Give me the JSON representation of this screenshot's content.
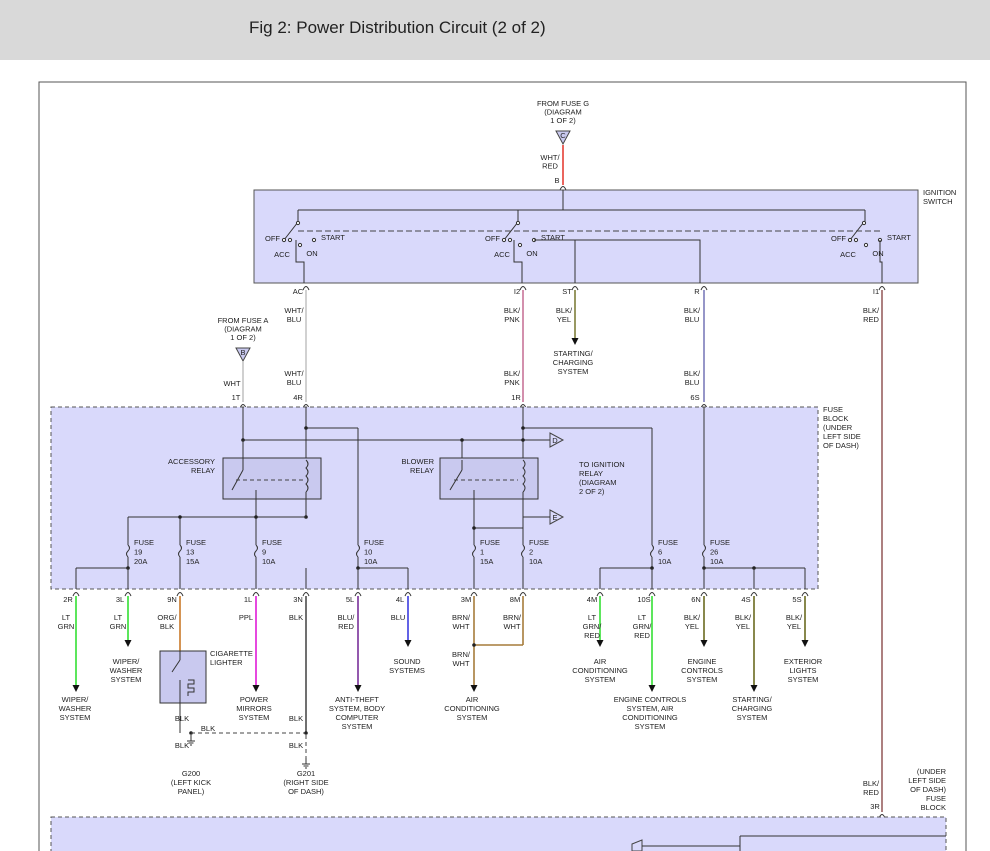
{
  "title": "Fig 2: Power Distribution Circuit (2 of 2)",
  "colors": {
    "header_bg": "#d9d9d9",
    "block_fill": "#d9d9fb",
    "red": "#e2231a",
    "pink": "#c0608a",
    "white": "#bdbdbd",
    "blue": "#3c3ce0",
    "lt_green": "#34e034",
    "purple": "#7a2f9a",
    "magenta": "#e01ad7",
    "brown_white": "#a67c3a",
    "blk_blu": "#6a6ab0",
    "olive": "#6b6b1f",
    "blk_red": "#8a4a4a",
    "orange": "#c97a2a"
  },
  "labels": {
    "from_fuse_g": [
      "FROM FUSE G",
      "(DIAGRAM",
      "1 OF 2)"
    ],
    "conn_c": "C",
    "wht_red": [
      "WHT/",
      "RED"
    ],
    "pin_b": "B",
    "ignition_switch": [
      "IGNITION",
      "SWITCH"
    ],
    "off": "OFF",
    "start": "START",
    "acc": "ACC",
    "on": "ON",
    "pin_acc": "AC",
    "pin_i2": "I2",
    "pin_st": "ST",
    "pin_r": "R",
    "pin_i1": "I1",
    "wht_blu": [
      "WHT/",
      "BLU"
    ],
    "blk_pnk": [
      "BLK/",
      "PNK"
    ],
    "blk_yel": [
      "BLK/",
      "YEL"
    ],
    "blk_blu": [
      "BLK/",
      "BLU"
    ],
    "blk_red": [
      "BLK/",
      "RED"
    ],
    "starting_charging": [
      "STARTING/",
      "CHARGING",
      "SYSTEM"
    ],
    "from_fuse_a": [
      "FROM FUSE A",
      "(DIAGRAM",
      "1 OF 2)"
    ],
    "conn_b": "B",
    "wht": "WHT",
    "pin_1t": "1T",
    "pin_4r": "4R",
    "pin_1r": "1R",
    "pin_6s": "6S",
    "fuse_block": [
      "FUSE",
      "BLOCK",
      "(UNDER",
      "LEFT SIDE",
      "OF DASH)"
    ],
    "accessory_relay": [
      "ACCESSORY",
      "RELAY"
    ],
    "blower_relay": [
      "BLOWER",
      "RELAY"
    ],
    "conn_d": "D",
    "conn_e": "E",
    "to_ignition_relay": [
      "TO IGNITION",
      "RELAY",
      "(DIAGRAM",
      "2 OF 2)"
    ],
    "fuses": [
      {
        "name": "FUSE",
        "num": "19",
        "amp": "20A"
      },
      {
        "name": "FUSE",
        "num": "13",
        "amp": "15A"
      },
      {
        "name": "FUSE",
        "num": "9",
        "amp": "10A"
      },
      {
        "name": "FUSE",
        "num": "10",
        "amp": "10A"
      },
      {
        "name": "FUSE",
        "num": "1",
        "amp": "15A"
      },
      {
        "name": "FUSE",
        "num": "2",
        "amp": "10A"
      },
      {
        "name": "FUSE",
        "num": "6",
        "amp": "10A"
      },
      {
        "name": "FUSE",
        "num": "26",
        "amp": "10A"
      }
    ],
    "bottom_pins": [
      "2R",
      "3L",
      "9N",
      "1L",
      "3N",
      "5L",
      "4L",
      "3M",
      "8M",
      "4M",
      "10S",
      "6N",
      "4S",
      "5S"
    ],
    "lt_grn": [
      "LT",
      "GRN"
    ],
    "org_blk": [
      "ORG/",
      "BLK"
    ],
    "ppl": "PPL",
    "blk": "BLK",
    "blu_red": [
      "BLU/",
      "RED"
    ],
    "blu": "BLU",
    "brn_wht": [
      "BRN/",
      "WHT"
    ],
    "lt_grn_red": [
      "LT",
      "GRN/",
      "RED"
    ],
    "blk_yel_short": [
      "BLK/",
      "YEL"
    ],
    "cigarette_lighter": [
      "CIGARETTE",
      "LIGHTER"
    ],
    "wiper_washer_1": [
      "WIPER/",
      "WASHER",
      "SYSTEM"
    ],
    "wiper_washer_2": [
      "WIPER/",
      "WASHER",
      "SYSTEM"
    ],
    "power_mirrors": [
      "POWER",
      "MIRRORS",
      "SYSTEM"
    ],
    "anti_theft": [
      "ANTI-THEFT",
      "SYSTEM, BODY",
      "COMPUTER",
      "SYSTEM"
    ],
    "sound_systems": [
      "SOUND",
      "SYSTEMS"
    ],
    "air_conditioning_1": [
      "AIR",
      "CONDITIONING",
      "SYSTEM"
    ],
    "air_conditioning_2": [
      "AIR",
      "CONDITIONING",
      "SYSTEM"
    ],
    "engine_controls_ac": [
      "ENGINE CONTROLS",
      "SYSTEM, AIR",
      "CONDITIONING",
      "SYSTEM"
    ],
    "engine_controls": [
      "ENGINE",
      "CONTROLS",
      "SYSTEM"
    ],
    "starting_charging_2": [
      "STARTING/",
      "CHARGING",
      "SYSTEM"
    ],
    "exterior_lights": [
      "EXTERIOR",
      "LIGHTS",
      "SYSTEM"
    ],
    "g200": [
      "G200",
      "(LEFT KICK",
      "PANEL)"
    ],
    "g201": [
      "G201",
      "(RIGHT SIDE",
      "OF DASH)"
    ],
    "under_left_dash": [
      "(UNDER",
      "LEFT SIDE",
      "OF DASH)",
      "FUSE",
      "BLOCK"
    ],
    "pin_3r": "3R"
  }
}
